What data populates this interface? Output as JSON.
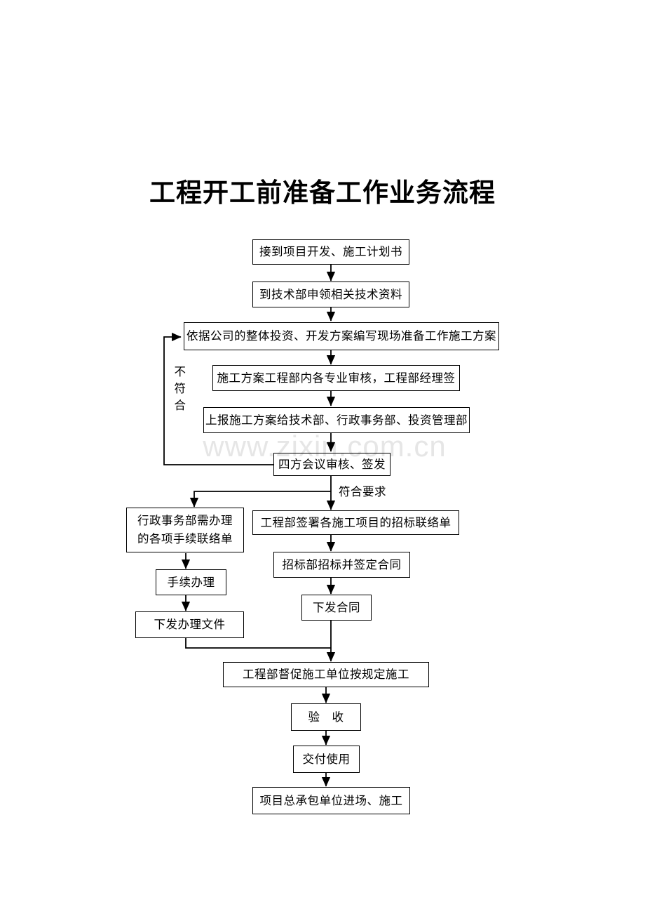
{
  "document": {
    "title": "工程开工前准备工作业务流程",
    "watermark": "www.zixin.com.cn"
  },
  "chart_data": {
    "type": "diagram",
    "subtype": "flowchart",
    "title": "工程开工前准备工作业务流程",
    "orientation": "top-to-bottom",
    "nodes": [
      {
        "id": "n1",
        "label": "接到项目开发、施工计划书"
      },
      {
        "id": "n2",
        "label": "到技术部申领相关技术资料"
      },
      {
        "id": "n3",
        "label": "依据公司的整体投资、开发方案编写现场准备工作施工方案"
      },
      {
        "id": "n4",
        "label": "施工方案工程部内各专业审核，工程部经理签"
      },
      {
        "id": "n5",
        "label": "上报施工方案给技术部、行政事务部、投资管理部"
      },
      {
        "id": "n6",
        "label": "四方会议审核、签发"
      },
      {
        "id": "n7",
        "label": "行政事务部需办理\n的各项手续联络单"
      },
      {
        "id": "n8",
        "label": "工程部签署各施工项目的招标联络单"
      },
      {
        "id": "n9",
        "label": "手续办理"
      },
      {
        "id": "n10",
        "label": "招标部招标并签定合同"
      },
      {
        "id": "n11",
        "label": "下发办理文件"
      },
      {
        "id": "n12",
        "label": "下发合同"
      },
      {
        "id": "n13",
        "label": "工程部督促施工单位按规定施工"
      },
      {
        "id": "n14",
        "label": "验　收"
      },
      {
        "id": "n15",
        "label": "交付使用"
      },
      {
        "id": "n16",
        "label": "项目总承包单位进场、施工"
      }
    ],
    "edge_labels": [
      {
        "id": "e_reject",
        "label": "不\n符\n合",
        "from": "n6",
        "to": "n3",
        "orientation": "vertical"
      },
      {
        "id": "e_pass",
        "label": "符合要求",
        "from": "n6",
        "to": "n8",
        "orientation": "horizontal"
      }
    ],
    "edges": [
      {
        "from": "n1",
        "to": "n2"
      },
      {
        "from": "n2",
        "to": "n3"
      },
      {
        "from": "n3",
        "to": "n4"
      },
      {
        "from": "n4",
        "to": "n5"
      },
      {
        "from": "n5",
        "to": "n6"
      },
      {
        "from": "n6",
        "to": "n3",
        "label": "不符合"
      },
      {
        "from": "n6",
        "to": "n7"
      },
      {
        "from": "n6",
        "to": "n8",
        "label": "符合要求"
      },
      {
        "from": "n7",
        "to": "n9"
      },
      {
        "from": "n8",
        "to": "n10"
      },
      {
        "from": "n9",
        "to": "n11"
      },
      {
        "from": "n10",
        "to": "n12"
      },
      {
        "from": "n11",
        "to": "n13"
      },
      {
        "from": "n12",
        "to": "n13"
      },
      {
        "from": "n13",
        "to": "n14"
      },
      {
        "from": "n14",
        "to": "n15"
      },
      {
        "from": "n15",
        "to": "n16"
      }
    ],
    "colors": {
      "stroke": "#000000",
      "background": "#ffffff",
      "text": "#000000",
      "watermark": "#e6e6e6"
    }
  }
}
